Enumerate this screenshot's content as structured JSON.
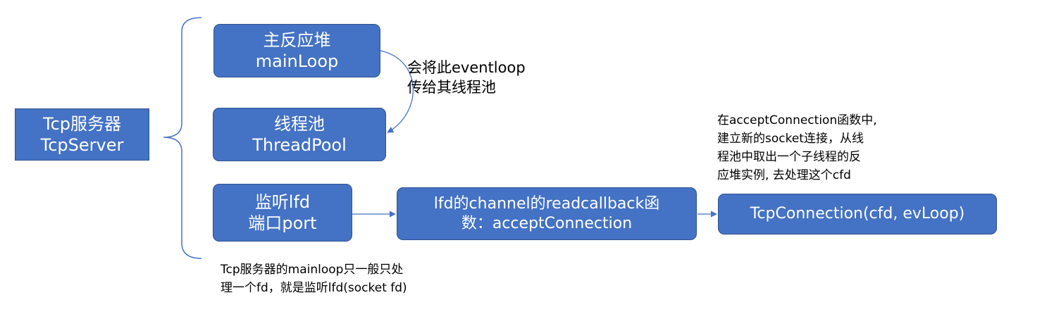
{
  "server": {
    "line1": "Tcp服务器",
    "line2": "TcpServer"
  },
  "main_loop": {
    "line1": "主反应堆",
    "line2": "mainLoop"
  },
  "thread_pool": {
    "line1": "线程池",
    "line2": "ThreadPool"
  },
  "listen": {
    "line1": "监听lfd",
    "line2": "端口port"
  },
  "channel": {
    "line1": "lfd的channel的readcallback函",
    "line2": "数：acceptConnection"
  },
  "connection": {
    "label": "TcpConnection(cfd, evLoop)"
  },
  "notes": {
    "pass_loop": {
      "line1": "会将此eventloop",
      "line2": "传给其线程池"
    },
    "accept": {
      "line1": "在acceptConnection函数中,",
      "line2": "建立新的socket连接，从线",
      "line3": "程池中取出一个子线程的反",
      "line4": "应堆实例, 去处理这个cfd"
    },
    "mainloop_fd": {
      "line1": "Tcp服务器的mainloop只一般只处",
      "line2": "理一个fd，就是监听lfd(socket fd)"
    }
  },
  "colors": {
    "box_fill": "#4472C4",
    "box_border": "#2F528F",
    "line": "#4472C4",
    "text": "#000000"
  }
}
